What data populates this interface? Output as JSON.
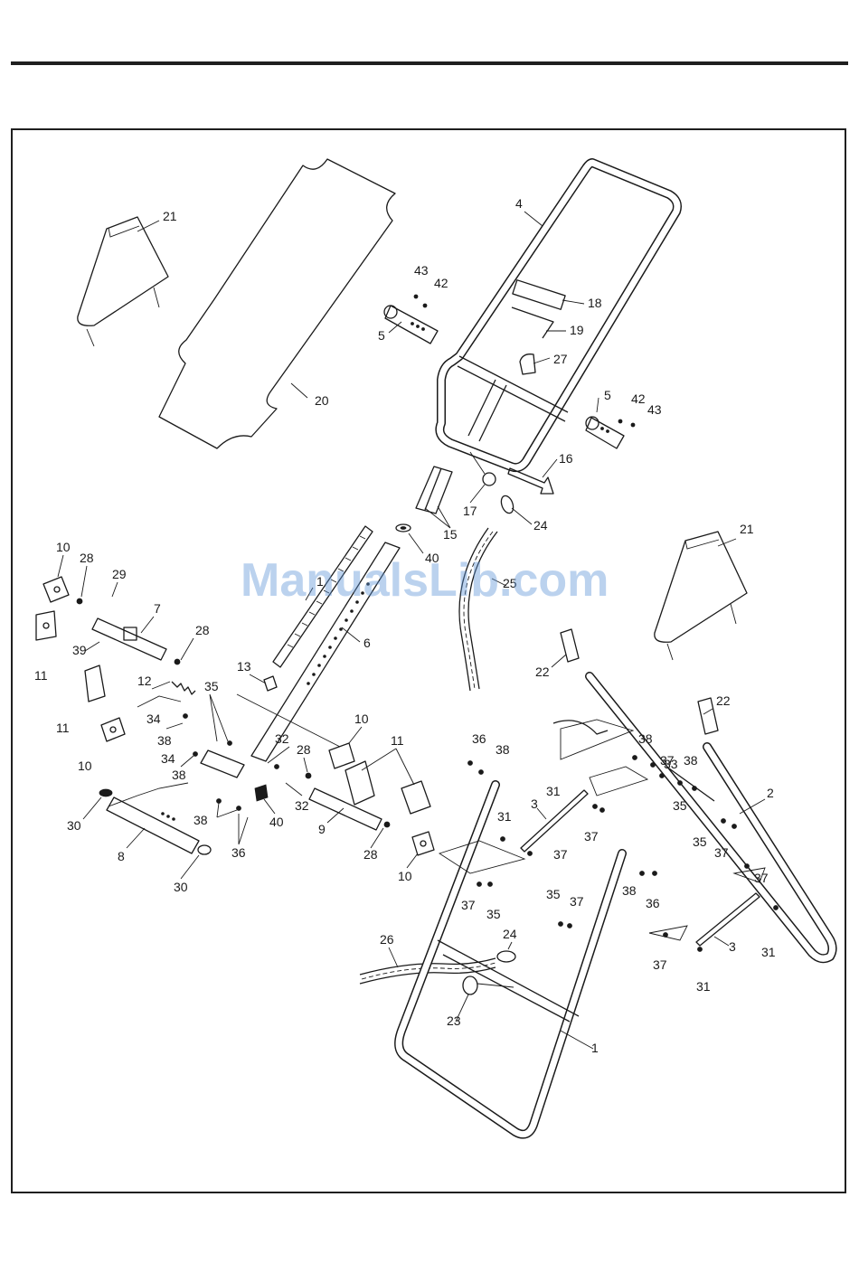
{
  "watermark": "ManualsLib.com",
  "callouts": {
    "c1": "1",
    "c1b": "1",
    "c2": "2",
    "c3a": "3",
    "c3b": "3",
    "c4": "4",
    "c5a": "5",
    "c5b": "5",
    "c6": "6",
    "c7": "7",
    "c8": "8",
    "c9": "9",
    "c10a": "10",
    "c10b": "10",
    "c10c": "10",
    "c10d": "10",
    "c11a": "11",
    "c11b": "11",
    "c11c": "11",
    "c12": "12",
    "c13": "13",
    "c15": "15",
    "c16": "16",
    "c17": "17",
    "c18": "18",
    "c19": "19",
    "c20": "20",
    "c21a": "21",
    "c21b": "21",
    "c22a": "22",
    "c22b": "22",
    "c23": "23",
    "c24a": "24",
    "c24b": "24",
    "c25": "25",
    "c26": "26",
    "c27": "27",
    "c28a": "28",
    "c28b": "28",
    "c28c": "28",
    "c28d": "28",
    "c29": "29",
    "c30a": "30",
    "c30b": "30",
    "c31a": "31",
    "c31b": "31",
    "c31c": "31",
    "c31d": "31",
    "c32a": "32",
    "c32b": "32",
    "c33": "33",
    "c34a": "34",
    "c34b": "34",
    "c35a": "35",
    "c35b": "35",
    "c35c": "35",
    "c35d": "35",
    "c35e": "35",
    "c36a": "36",
    "c36b": "36",
    "c36c": "36",
    "c37a": "37",
    "c37b": "37",
    "c37c": "37",
    "c37d": "37",
    "c37e": "37",
    "c37f": "37",
    "c37g": "37",
    "c37h": "37",
    "c38a": "38",
    "c38b": "38",
    "c38c": "38",
    "c38d": "38",
    "c38e": "38",
    "c38f": "38",
    "c39": "39",
    "c40a": "40",
    "c40b": "40",
    "c42a": "42",
    "c42b": "42",
    "c43a": "43",
    "c43b": "43"
  }
}
